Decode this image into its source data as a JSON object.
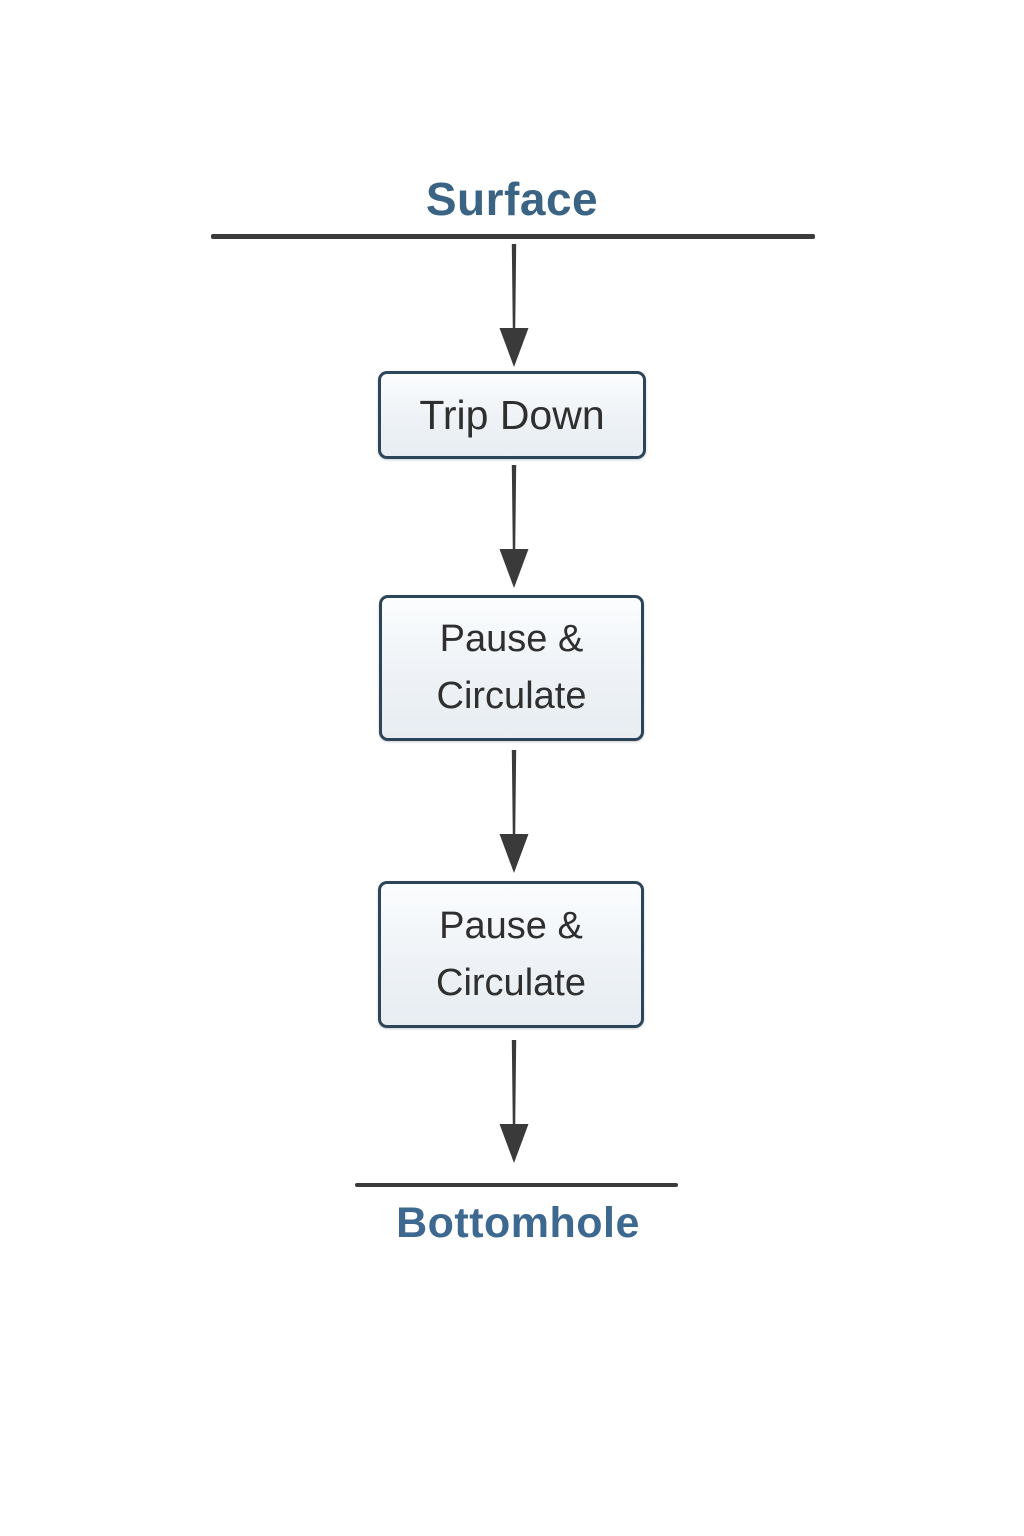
{
  "diagram": {
    "surface_label": "Surface",
    "bottomhole_label": "Bottomhole",
    "nodes": [
      {
        "label": "Trip Down"
      },
      {
        "label": "Pause & Circulate"
      },
      {
        "label": "Pause & Circulate"
      }
    ],
    "flow_direction": "top-to-bottom",
    "colors": {
      "endpoint_label_blue": "#3b6384",
      "boundary_line_dark": "#3b3b3b",
      "box_border": "#2d4559",
      "box_background": "#eef2f6",
      "box_text": "#2f2f2f",
      "arrow": "#3a3a3a"
    }
  }
}
